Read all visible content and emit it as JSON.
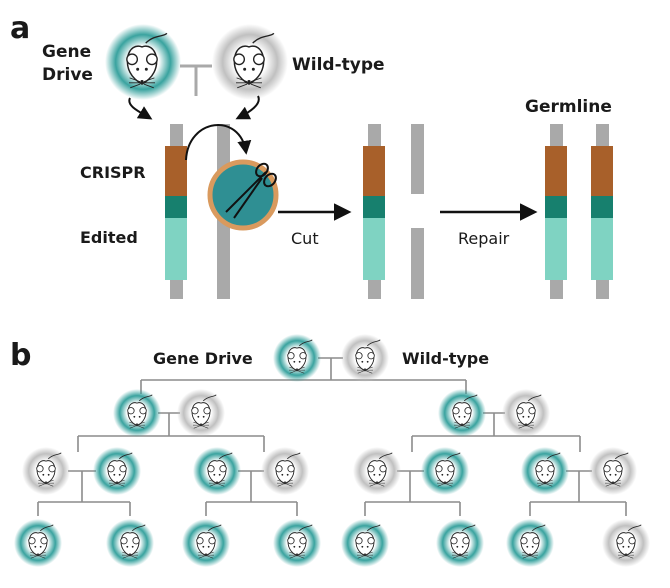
{
  "panel_a": {
    "letter": "a",
    "gene_drive_line1": "Gene",
    "gene_drive_line2": "Drive",
    "wild_type": "Wild-type",
    "crispr": "CRISPR",
    "edited": "Edited",
    "cut": "Cut",
    "repair": "Repair",
    "germline": "Germline"
  },
  "panel_b": {
    "letter": "b",
    "gene_drive": "Gene Drive",
    "wild_type": "Wild-type",
    "generations": [
      [
        "drive",
        "wild"
      ],
      [
        "drive",
        "wild",
        "drive",
        "wild"
      ],
      [
        "wild",
        "drive",
        "drive",
        "wild",
        "wild",
        "drive",
        "drive",
        "wild"
      ],
      [
        "drive",
        "drive",
        "drive",
        "drive",
        "drive",
        "drive",
        "drive",
        "wild"
      ]
    ]
  },
  "colors": {
    "drive_glow": "#2f9e9a",
    "wild_glow": "#b5b5b5",
    "crispr_segment": "#a8602a",
    "marker_segment": "#17806e",
    "edited_segment": "#7fd3c2",
    "chromosome": "#a9a9a9",
    "lines": "#8c8c8c",
    "cas9_fill": "#2f8f93",
    "cas9_ring": "#d99a5e"
  },
  "icons": {
    "mouse": "mouse-icon",
    "scissors": "scissors-icon",
    "arrow": "arrow-icon"
  }
}
